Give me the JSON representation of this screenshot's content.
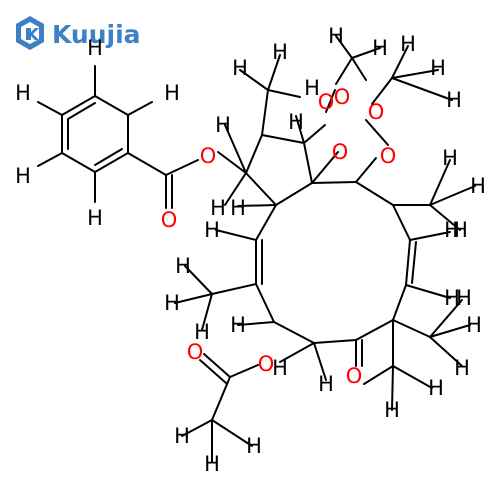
{
  "brand": {
    "name": "Kuujia",
    "logo_color": "#3f7fc4"
  },
  "atom_colors": {
    "H": "#000000",
    "O": "#ff0000",
    "bond": "#000000"
  },
  "atom_symbols": {
    "hydrogen": "H",
    "oxygen": "O"
  }
}
